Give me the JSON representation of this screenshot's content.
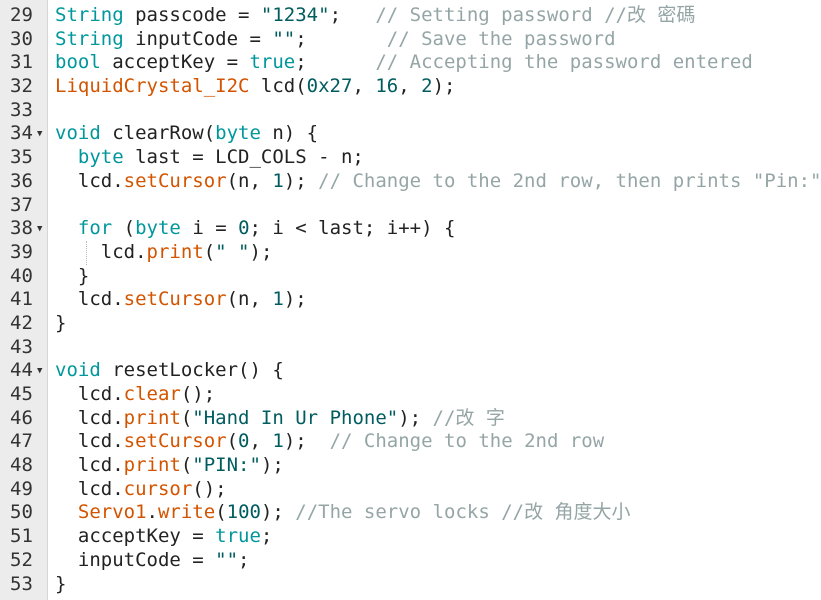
{
  "colors": {
    "background": "#ffffff",
    "gutter": "#ececec",
    "type_keyword": "#00979c",
    "string": "#005c5f",
    "function": "#d35400",
    "comment": "#95a5a6",
    "plain": "#222222"
  },
  "editor": {
    "lines": [
      {
        "num": "29",
        "fold": false,
        "tokens": [
          {
            "t": "String",
            "c": "type"
          },
          {
            "t": " passcode = ",
            "c": "plain"
          },
          {
            "t": "\"1234\"",
            "c": "str"
          },
          {
            "t": ";   ",
            "c": "plain"
          },
          {
            "t": "// Setting password //改 密碼",
            "c": "cmt"
          }
        ]
      },
      {
        "num": "30",
        "fold": false,
        "tokens": [
          {
            "t": "String",
            "c": "type"
          },
          {
            "t": " inputCode = ",
            "c": "plain"
          },
          {
            "t": "\"\"",
            "c": "str"
          },
          {
            "t": ";       ",
            "c": "plain"
          },
          {
            "t": "// Save the password",
            "c": "cmt"
          }
        ]
      },
      {
        "num": "31",
        "fold": false,
        "tokens": [
          {
            "t": "bool",
            "c": "type"
          },
          {
            "t": " acceptKey = ",
            "c": "plain"
          },
          {
            "t": "true",
            "c": "lit"
          },
          {
            "t": ";      ",
            "c": "plain"
          },
          {
            "t": "// Accepting the password entered",
            "c": "cmt"
          }
        ]
      },
      {
        "num": "32",
        "fold": false,
        "tokens": [
          {
            "t": "LiquidCrystal_I2C",
            "c": "cls"
          },
          {
            "t": " lcd(",
            "c": "plain"
          },
          {
            "t": "0x27",
            "c": "num"
          },
          {
            "t": ", ",
            "c": "plain"
          },
          {
            "t": "16",
            "c": "num"
          },
          {
            "t": ", ",
            "c": "plain"
          },
          {
            "t": "2",
            "c": "num"
          },
          {
            "t": ");",
            "c": "plain"
          }
        ]
      },
      {
        "num": "33",
        "fold": false,
        "tokens": []
      },
      {
        "num": "34",
        "fold": true,
        "tokens": [
          {
            "t": "void",
            "c": "type"
          },
          {
            "t": " clearRow(",
            "c": "plain"
          },
          {
            "t": "byte",
            "c": "type"
          },
          {
            "t": " n) {",
            "c": "plain"
          }
        ]
      },
      {
        "num": "35",
        "fold": false,
        "tokens": [
          {
            "t": "  ",
            "c": "plain"
          },
          {
            "t": "byte",
            "c": "type"
          },
          {
            "t": " last = LCD_COLS - n;",
            "c": "plain"
          }
        ]
      },
      {
        "num": "36",
        "fold": false,
        "tokens": [
          {
            "t": "  lcd.",
            "c": "plain"
          },
          {
            "t": "setCursor",
            "c": "fn"
          },
          {
            "t": "(n, ",
            "c": "plain"
          },
          {
            "t": "1",
            "c": "num"
          },
          {
            "t": "); ",
            "c": "plain"
          },
          {
            "t": "// Change to the 2nd row, then prints \"Pin:\"",
            "c": "cmt"
          }
        ]
      },
      {
        "num": "37",
        "fold": false,
        "tokens": []
      },
      {
        "num": "38",
        "fold": true,
        "tokens": [
          {
            "t": "  ",
            "c": "plain"
          },
          {
            "t": "for",
            "c": "kw"
          },
          {
            "t": " (",
            "c": "plain"
          },
          {
            "t": "byte",
            "c": "type"
          },
          {
            "t": " i = ",
            "c": "plain"
          },
          {
            "t": "0",
            "c": "num"
          },
          {
            "t": "; i < last; i++) {",
            "c": "plain"
          }
        ]
      },
      {
        "num": "39",
        "fold": false,
        "tokens": [
          {
            "t": "    lcd.",
            "c": "plain"
          },
          {
            "t": "print",
            "c": "fn"
          },
          {
            "t": "(",
            "c": "plain"
          },
          {
            "t": "\" \"",
            "c": "str"
          },
          {
            "t": ");",
            "c": "plain"
          }
        ]
      },
      {
        "num": "40",
        "fold": false,
        "tokens": [
          {
            "t": "  }",
            "c": "plain"
          }
        ]
      },
      {
        "num": "41",
        "fold": false,
        "tokens": [
          {
            "t": "  lcd.",
            "c": "plain"
          },
          {
            "t": "setCursor",
            "c": "fn"
          },
          {
            "t": "(n, ",
            "c": "plain"
          },
          {
            "t": "1",
            "c": "num"
          },
          {
            "t": ");",
            "c": "plain"
          }
        ]
      },
      {
        "num": "42",
        "fold": false,
        "tokens": [
          {
            "t": "}",
            "c": "plain"
          }
        ]
      },
      {
        "num": "43",
        "fold": false,
        "tokens": []
      },
      {
        "num": "44",
        "fold": true,
        "tokens": [
          {
            "t": "void",
            "c": "type"
          },
          {
            "t": " resetLocker() {",
            "c": "plain"
          }
        ]
      },
      {
        "num": "45",
        "fold": false,
        "tokens": [
          {
            "t": "  lcd.",
            "c": "plain"
          },
          {
            "t": "clear",
            "c": "fn"
          },
          {
            "t": "();",
            "c": "plain"
          }
        ]
      },
      {
        "num": "46",
        "fold": false,
        "tokens": [
          {
            "t": "  lcd.",
            "c": "plain"
          },
          {
            "t": "print",
            "c": "fn"
          },
          {
            "t": "(",
            "c": "plain"
          },
          {
            "t": "\"Hand In Ur Phone\"",
            "c": "str"
          },
          {
            "t": "); ",
            "c": "plain"
          },
          {
            "t": "//改 字",
            "c": "cmt"
          }
        ]
      },
      {
        "num": "47",
        "fold": false,
        "tokens": [
          {
            "t": "  lcd.",
            "c": "plain"
          },
          {
            "t": "setCursor",
            "c": "fn"
          },
          {
            "t": "(",
            "c": "plain"
          },
          {
            "t": "0",
            "c": "num"
          },
          {
            "t": ", ",
            "c": "plain"
          },
          {
            "t": "1",
            "c": "num"
          },
          {
            "t": ");  ",
            "c": "plain"
          },
          {
            "t": "// Change to the 2nd row",
            "c": "cmt"
          }
        ]
      },
      {
        "num": "48",
        "fold": false,
        "tokens": [
          {
            "t": "  lcd.",
            "c": "plain"
          },
          {
            "t": "print",
            "c": "fn"
          },
          {
            "t": "(",
            "c": "plain"
          },
          {
            "t": "\"PIN:\"",
            "c": "str"
          },
          {
            "t": ");",
            "c": "plain"
          }
        ]
      },
      {
        "num": "49",
        "fold": false,
        "tokens": [
          {
            "t": "  lcd.",
            "c": "plain"
          },
          {
            "t": "cursor",
            "c": "fn"
          },
          {
            "t": "();",
            "c": "plain"
          }
        ]
      },
      {
        "num": "50",
        "fold": false,
        "tokens": [
          {
            "t": "  ",
            "c": "plain"
          },
          {
            "t": "Servo1",
            "c": "cls"
          },
          {
            "t": ".",
            "c": "plain"
          },
          {
            "t": "write",
            "c": "fn"
          },
          {
            "t": "(",
            "c": "plain"
          },
          {
            "t": "100",
            "c": "num"
          },
          {
            "t": "); ",
            "c": "plain"
          },
          {
            "t": "//The servo locks //改 角度大小",
            "c": "cmt"
          }
        ]
      },
      {
        "num": "51",
        "fold": false,
        "tokens": [
          {
            "t": "  acceptKey = ",
            "c": "plain"
          },
          {
            "t": "true",
            "c": "lit"
          },
          {
            "t": ";",
            "c": "plain"
          }
        ]
      },
      {
        "num": "52",
        "fold": false,
        "tokens": [
          {
            "t": "  inputCode = ",
            "c": "plain"
          },
          {
            "t": "\"\"",
            "c": "str"
          },
          {
            "t": ";",
            "c": "plain"
          }
        ]
      },
      {
        "num": "53",
        "fold": false,
        "tokens": [
          {
            "t": "}",
            "c": "plain"
          }
        ]
      }
    ]
  }
}
